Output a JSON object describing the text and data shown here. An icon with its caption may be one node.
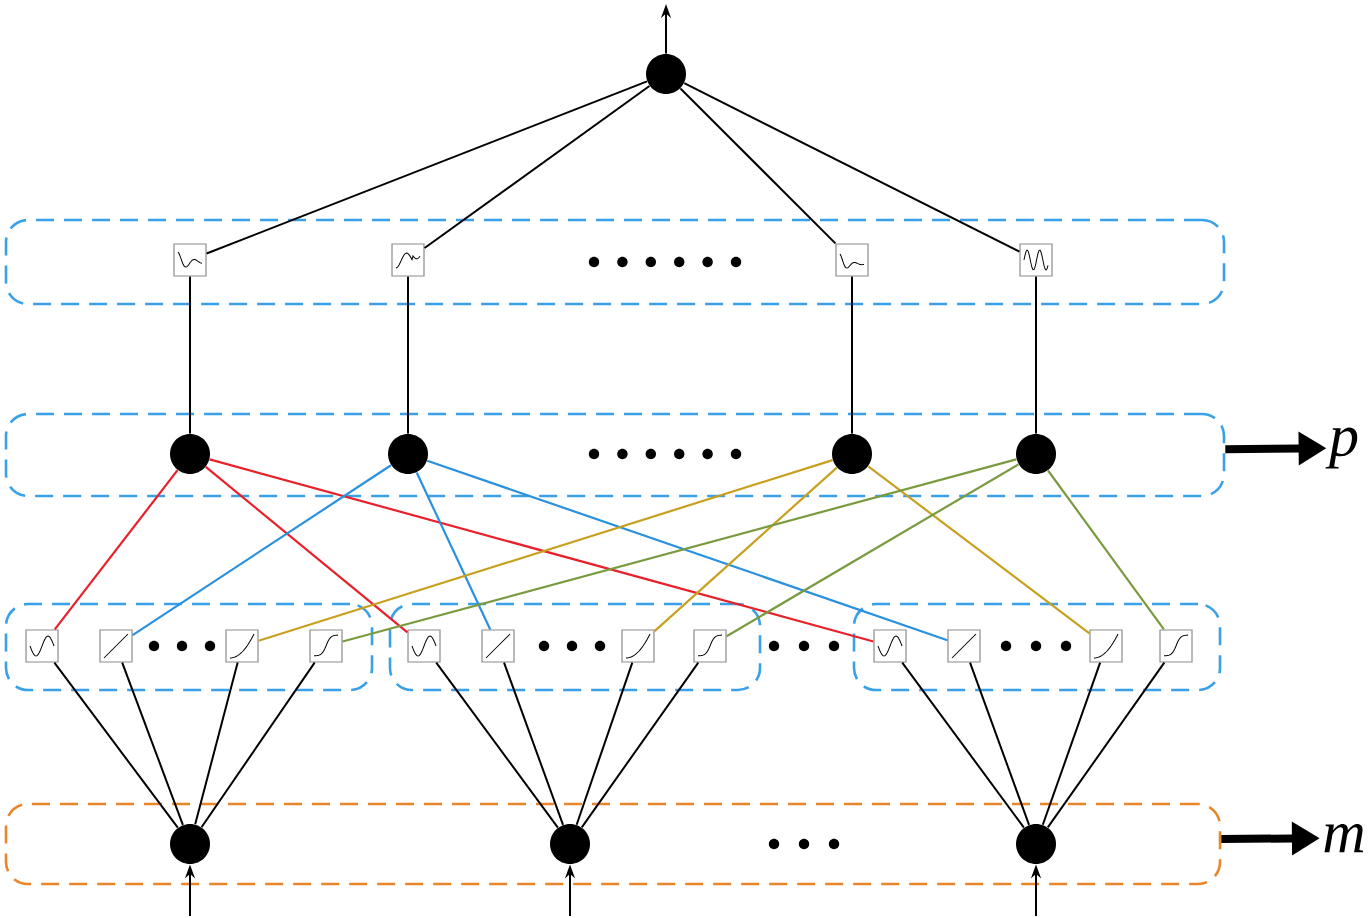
{
  "diagram": {
    "nodes": [
      {
        "text": [],
        "shape": "circle"
      },
      {
        "text": [],
        "shape": "box"
      },
      {
        "text": [],
        "shape": "box",
        "in": 1
      },
      {
        "text": [],
        "shape": "box",
        "in": 1
      },
      {
        "text": [],
        "shape": "box",
        "in": 1
      },
      {
        "text": [],
        "shape": "box",
        "in": 1
      },
      {
        "text": [],
        "shape": "box"
      },
      {
        "text": [],
        "shape": "circle",
        "in": 6
      },
      {
        "text": [],
        "shape": "circle",
        "in": 6
      },
      {
        "text": [],
        "shape": "circle",
        "in": 6
      },
      {
        "text": [],
        "shape": "circle",
        "in": 6
      },
      {
        "text": [
          "p"
        ]
      },
      {
        "text": [],
        "shape": "box"
      },
      {
        "text": [],
        "shape": "box",
        "in": 12
      },
      {
        "text": [],
        "shape": "box",
        "in": 12
      },
      {
        "text": [],
        "shape": "box",
        "in": 12
      },
      {
        "text": [],
        "shape": "box",
        "in": 12
      },
      {
        "text": [],
        "shape": "box"
      },
      {
        "text": [],
        "shape": "box",
        "in": 17
      },
      {
        "text": [],
        "shape": "box",
        "in": 17
      },
      {
        "text": [],
        "shape": "box",
        "in": 17
      },
      {
        "text": [],
        "shape": "box",
        "in": 17
      },
      {
        "text": [],
        "shape": "box"
      },
      {
        "text": [],
        "shape": "box",
        "in": 22
      },
      {
        "text": [],
        "shape": "box",
        "in": 22
      },
      {
        "text": [],
        "shape": "box",
        "in": 22
      },
      {
        "text": [],
        "shape": "box",
        "in": 22
      },
      {
        "text": [],
        "shape": "box"
      },
      {
        "text": [],
        "shape": "circle",
        "in": 27
      },
      {
        "text": [],
        "shape": "circle",
        "in": 27
      },
      {
        "text": [],
        "shape": "circle",
        "in": 27
      },
      {
        "text": [
          "m"
        ]
      }
    ],
    "edges": [
      {
        "from": 0,
        "to": 2,
        "arrow": "none"
      },
      {
        "from": 0,
        "to": 3,
        "arrow": "none"
      },
      {
        "from": 0,
        "to": 4,
        "arrow": "none"
      },
      {
        "from": 0,
        "to": 5,
        "arrow": "none"
      },
      {
        "from": 2,
        "to": 7,
        "arrow": "none"
      },
      {
        "from": 3,
        "to": 8,
        "arrow": "none"
      },
      {
        "from": 4,
        "to": 9,
        "arrow": "none"
      },
      {
        "from": 5,
        "to": 10,
        "arrow": "none"
      },
      {
        "from": 7,
        "to": 13,
        "arrow": "none",
        "color": "#e8202a"
      },
      {
        "from": 7,
        "to": 18,
        "arrow": "none",
        "color": "#e8202a"
      },
      {
        "from": 7,
        "to": 23,
        "arrow": "none",
        "color": "#e8202a"
      },
      {
        "from": 8,
        "to": 14,
        "arrow": "none",
        "color": "#2a90e0"
      },
      {
        "from": 8,
        "to": 19,
        "arrow": "none",
        "color": "#2a90e0"
      },
      {
        "from": 8,
        "to": 24,
        "arrow": "none",
        "color": "#2a90e0"
      },
      {
        "from": 9,
        "to": 15,
        "arrow": "none",
        "color": "#c8a020"
      },
      {
        "from": 9,
        "to": 20,
        "arrow": "none",
        "color": "#c8a020"
      },
      {
        "from": 9,
        "to": 25,
        "arrow": "none",
        "color": "#c8a020"
      },
      {
        "from": 10,
        "to": 16,
        "arrow": "none",
        "color": "#7a9a40"
      },
      {
        "from": 10,
        "to": 21,
        "arrow": "none",
        "color": "#7a9a40"
      },
      {
        "from": 10,
        "to": 26,
        "arrow": "none",
        "color": "#7a9a40"
      },
      {
        "from": 28,
        "to": 13,
        "arrow": "none"
      },
      {
        "from": 28,
        "to": 14,
        "arrow": "none"
      },
      {
        "from": 28,
        "to": 15,
        "arrow": "none"
      },
      {
        "from": 28,
        "to": 16,
        "arrow": "none"
      },
      {
        "from": 29,
        "to": 18,
        "arrow": "none"
      },
      {
        "from": 29,
        "to": 19,
        "arrow": "none"
      },
      {
        "from": 29,
        "to": 20,
        "arrow": "none"
      },
      {
        "from": 29,
        "to": 21,
        "arrow": "none"
      },
      {
        "from": 30,
        "to": 23,
        "arrow": "none"
      },
      {
        "from": 30,
        "to": 24,
        "arrow": "none"
      },
      {
        "from": 30,
        "to": 25,
        "arrow": "none"
      },
      {
        "from": 30,
        "to": 26,
        "arrow": "none"
      },
      {
        "from": 0,
        "to": null,
        "arrow": "to"
      },
      {
        "from": null,
        "to": 28,
        "arrow": "to"
      },
      {
        "from": null,
        "to": 29,
        "arrow": "to"
      },
      {
        "from": null,
        "to": 30,
        "arrow": "to"
      },
      {
        "from": 6,
        "to": 11,
        "arrow": "to",
        "style": "thick"
      },
      {
        "from": 27,
        "to": 31,
        "arrow": "to",
        "style": "thick"
      }
    ]
  }
}
